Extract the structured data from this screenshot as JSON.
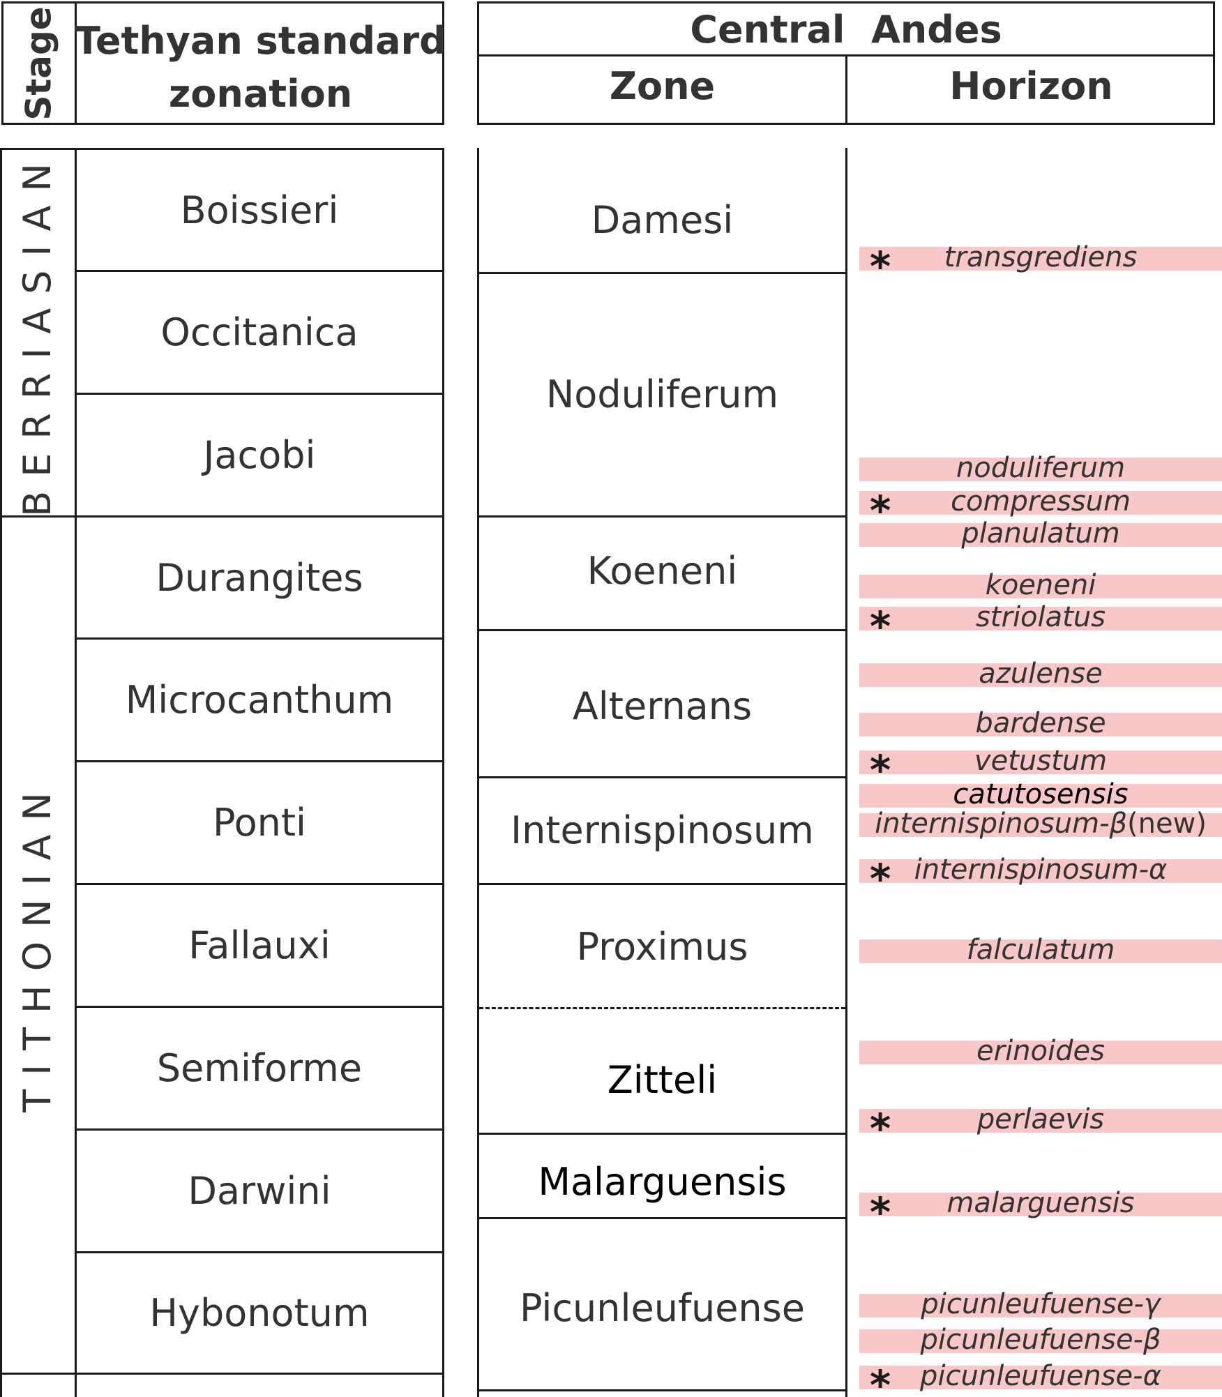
{
  "header": {
    "stage": "Stage",
    "tethyan_line1": "Tethyan standard",
    "tethyan_line2": "zonation",
    "central_andes": "Central  Andes",
    "zone": "Zone",
    "horizon": "Horizon"
  },
  "stages": [
    {
      "name": "BERRIASIAN"
    },
    {
      "name": "TITHONIAN"
    }
  ],
  "tethyan_zones": [
    "Boissieri",
    "Occitanica",
    "Jacobi",
    "Durangites",
    "Microcanthum",
    "Ponti",
    "Fallauxi",
    "Semiforme",
    "Darwini",
    "Hybonotum"
  ],
  "andes_zones": [
    {
      "name": "Damesi",
      "bold": false
    },
    {
      "name": "Noduliferum",
      "bold": false
    },
    {
      "name": "Koeneni",
      "bold": false
    },
    {
      "name": "Alternans",
      "bold": false
    },
    {
      "name": "Internispinosum",
      "bold": false
    },
    {
      "name": "Proximus",
      "bold": false
    },
    {
      "name": "Zitteli",
      "bold": true
    },
    {
      "name": "Malarguensis",
      "bold": true
    },
    {
      "name": "Picunleufuense",
      "bold": false
    }
  ],
  "horizons": [
    {
      "name": "transgrediens",
      "suffix": "",
      "star": true
    },
    {
      "name": "noduliferum",
      "suffix": "",
      "star": false
    },
    {
      "name": "compressum",
      "suffix": "",
      "star": true
    },
    {
      "name": "planulatum",
      "suffix": "",
      "star": false
    },
    {
      "name": "koeneni",
      "suffix": "",
      "star": false
    },
    {
      "name": "striolatus",
      "suffix": "",
      "star": true
    },
    {
      "name": "azulense",
      "suffix": "",
      "star": false
    },
    {
      "name": "bardense",
      "suffix": "",
      "star": false
    },
    {
      "name": "vetustum",
      "suffix": "",
      "star": true
    },
    {
      "name": "catutosensis",
      "suffix": "",
      "star": false
    },
    {
      "name": "internispinosum-β",
      "suffix": " (new)",
      "star": false
    },
    {
      "name": "internispinosum-α",
      "suffix": "",
      "star": true
    },
    {
      "name": "falculatum",
      "suffix": "",
      "star": false
    },
    {
      "name": "erinoides",
      "suffix": "",
      "star": false
    },
    {
      "name": "perlaevis",
      "suffix": "",
      "star": true
    },
    {
      "name": "malarguensis",
      "suffix": "",
      "star": true
    },
    {
      "name": "picunleufuense-γ",
      "suffix": "",
      "star": false
    },
    {
      "name": "picunleufuense-β",
      "suffix": "",
      "star": false
    },
    {
      "name": "picunleufuense-α",
      "suffix": "",
      "star": true
    }
  ],
  "star_symbol": "*",
  "colors": {
    "horizon_band": "#f8c8c8",
    "lines": "#1a1a1a",
    "text": "#333333"
  }
}
